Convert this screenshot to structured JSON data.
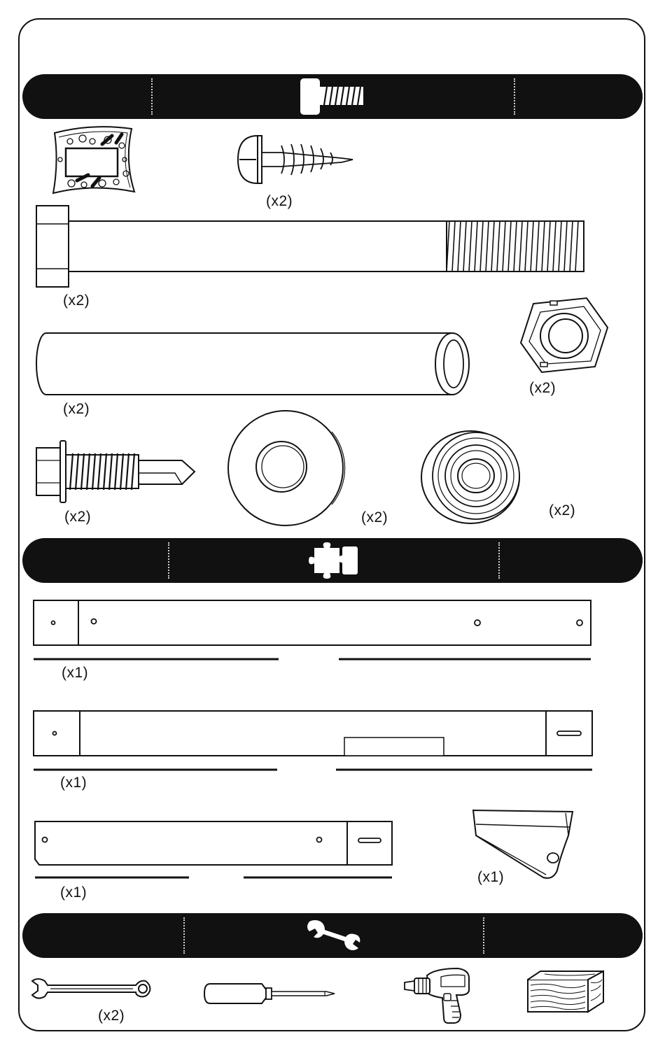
{
  "sections": {
    "hardware": {
      "icon": "bolt-icon"
    },
    "parts": {
      "icon": "puzzle-piece-icon"
    },
    "tools": {
      "icon": "wrench-icon"
    }
  },
  "hardware": {
    "screw_quantity": "(x2)",
    "long_bolt_quantity": "(x2)",
    "spacer_tube_quantity": "(x2)",
    "lock_nut_quantity": "(x2)",
    "self_drilling_screw_quantity": "(x2)",
    "flat_washer_quantity": "(x2)",
    "bushing_quantity": "(x2)"
  },
  "parts": {
    "beam_a_quantity": "(x1)",
    "beam_b_quantity": "(x1)",
    "beam_c_quantity": "(x1)",
    "bracket_quantity": "(x1)"
  },
  "tools": {
    "wrench_quantity": "(x2)"
  },
  "colors": {
    "ink": "#111111",
    "paper": "#ffffff"
  }
}
